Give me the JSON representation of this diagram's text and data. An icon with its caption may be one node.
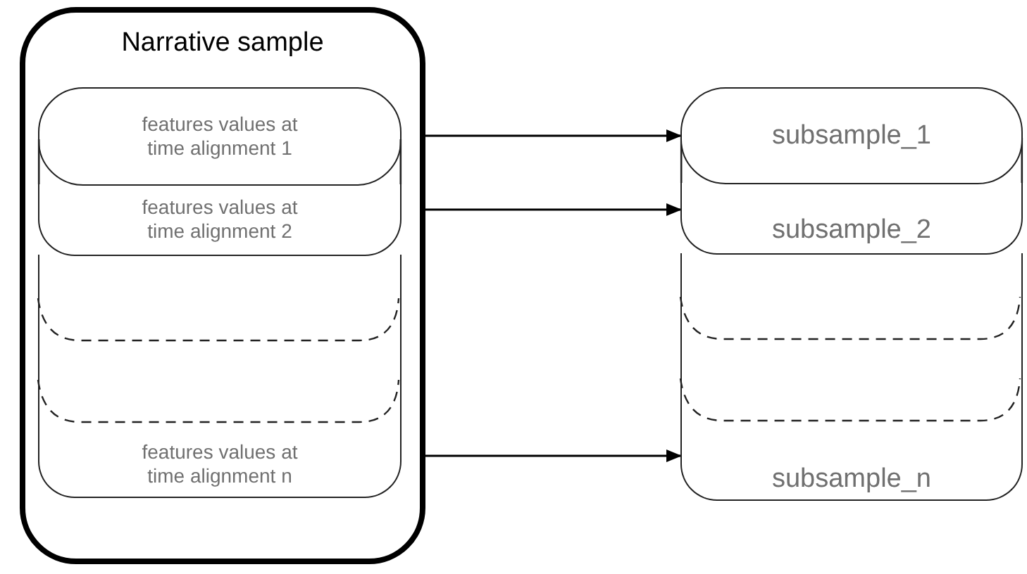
{
  "diagram": {
    "nodes": [
      {
        "text": [
          "Narrative sample"
        ]
      },
      {
        "text": [
          "features values at time alignment 1"
        ],
        "in": 0
      },
      {
        "text": [
          "features values at time alignment 2"
        ],
        "in": 0
      },
      {
        "text": [
          "features values at time alignment n"
        ],
        "in": 0
      },
      {
        "text": [
          "subsample_1"
        ]
      },
      {
        "text": [
          "subsample_2"
        ]
      },
      {
        "text": [
          "subsample_n"
        ]
      }
    ],
    "edges": [
      {
        "from": 1,
        "to": 4,
        "arrow": "to"
      },
      {
        "from": 2,
        "to": 5,
        "arrow": "to"
      },
      {
        "from": 3,
        "to": 6,
        "arrow": "to"
      }
    ]
  }
}
